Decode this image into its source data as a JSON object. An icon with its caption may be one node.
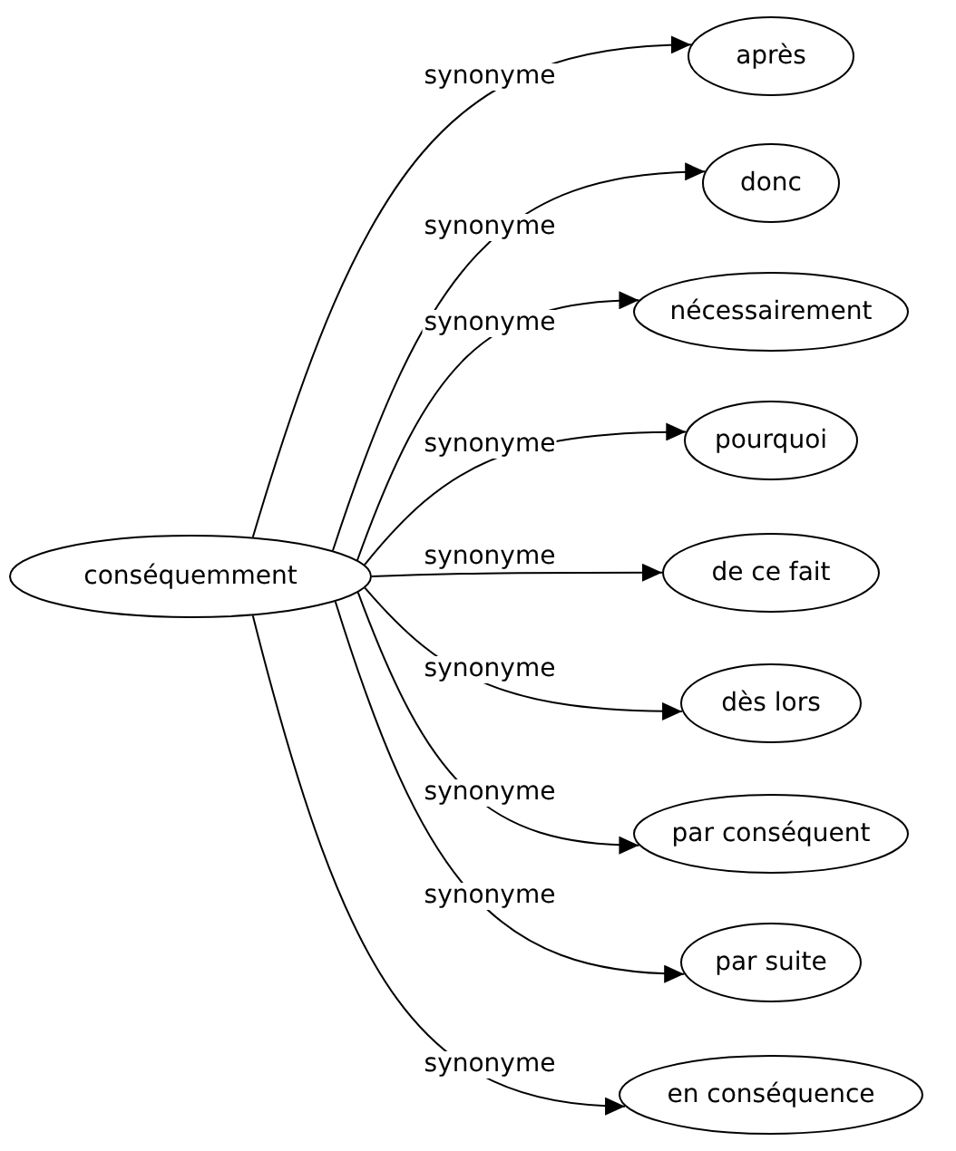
{
  "diagram": {
    "nodes": [
      {
        "text": [
          "conséquemment"
        ]
      },
      {
        "text": [
          "après"
        ]
      },
      {
        "text": [
          "donc"
        ]
      },
      {
        "text": [
          "nécessairement"
        ]
      },
      {
        "text": [
          "pourquoi"
        ]
      },
      {
        "text": [
          "de ce fait"
        ]
      },
      {
        "text": [
          "dès lors"
        ]
      },
      {
        "text": [
          "par conséquent"
        ]
      },
      {
        "text": [
          "par suite"
        ]
      },
      {
        "text": [
          "en conséquence"
        ]
      }
    ],
    "edges": [
      {
        "from": 0,
        "to": 1,
        "arrow": "to",
        "label": "synonyme"
      },
      {
        "from": 0,
        "to": 2,
        "arrow": "to",
        "label": "synonyme"
      },
      {
        "from": 0,
        "to": 3,
        "arrow": "to",
        "label": "synonyme"
      },
      {
        "from": 0,
        "to": 4,
        "arrow": "to",
        "label": "synonyme"
      },
      {
        "from": 0,
        "to": 5,
        "arrow": "to",
        "label": "synonyme"
      },
      {
        "from": 0,
        "to": 6,
        "arrow": "to",
        "label": "synonyme"
      },
      {
        "from": 0,
        "to": 7,
        "arrow": "to",
        "label": "synonyme"
      },
      {
        "from": 0,
        "to": 8,
        "arrow": "to",
        "label": "synonyme"
      },
      {
        "from": 0,
        "to": 9,
        "arrow": "to",
        "label": "synonyme"
      }
    ]
  }
}
